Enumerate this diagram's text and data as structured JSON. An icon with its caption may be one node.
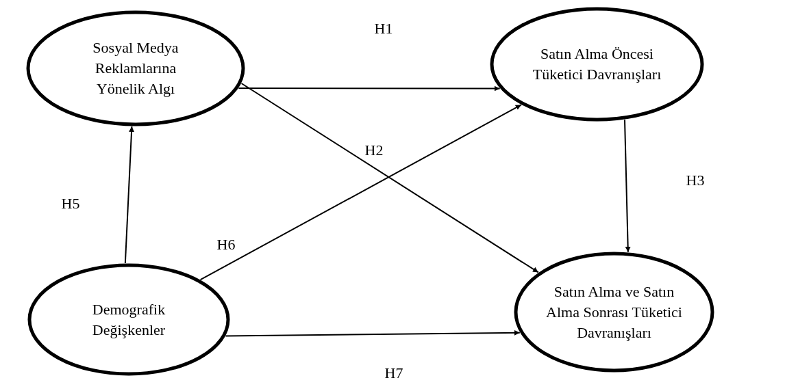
{
  "diagram": {
    "nodes": [
      {
        "text": [
          "Sosyal Medya Reklamlarına Yönelik Algı"
        ]
      },
      {
        "text": [
          "Satın Alma Öncesi Tüketici Davranışları"
        ]
      },
      {
        "text": [
          "Demografik Değişkenler"
        ]
      },
      {
        "text": [
          "Satın Alma ve Satın Alma Sonrası Tüketici Davranışları"
        ]
      }
    ],
    "edges": [
      {
        "from": 0,
        "to": 1,
        "arrow": "to",
        "label": "H1"
      },
      {
        "from": 0,
        "to": 3,
        "arrow": "to",
        "label": "H2"
      },
      {
        "from": 1,
        "to": 3,
        "arrow": "to",
        "label": "H3"
      },
      {
        "from": 2,
        "to": 0,
        "arrow": "to",
        "label": "H5"
      },
      {
        "from": 2,
        "to": 1,
        "arrow": "to",
        "label": "H6"
      },
      {
        "from": 2,
        "to": 3,
        "arrow": "to",
        "label": "H7"
      }
    ]
  }
}
